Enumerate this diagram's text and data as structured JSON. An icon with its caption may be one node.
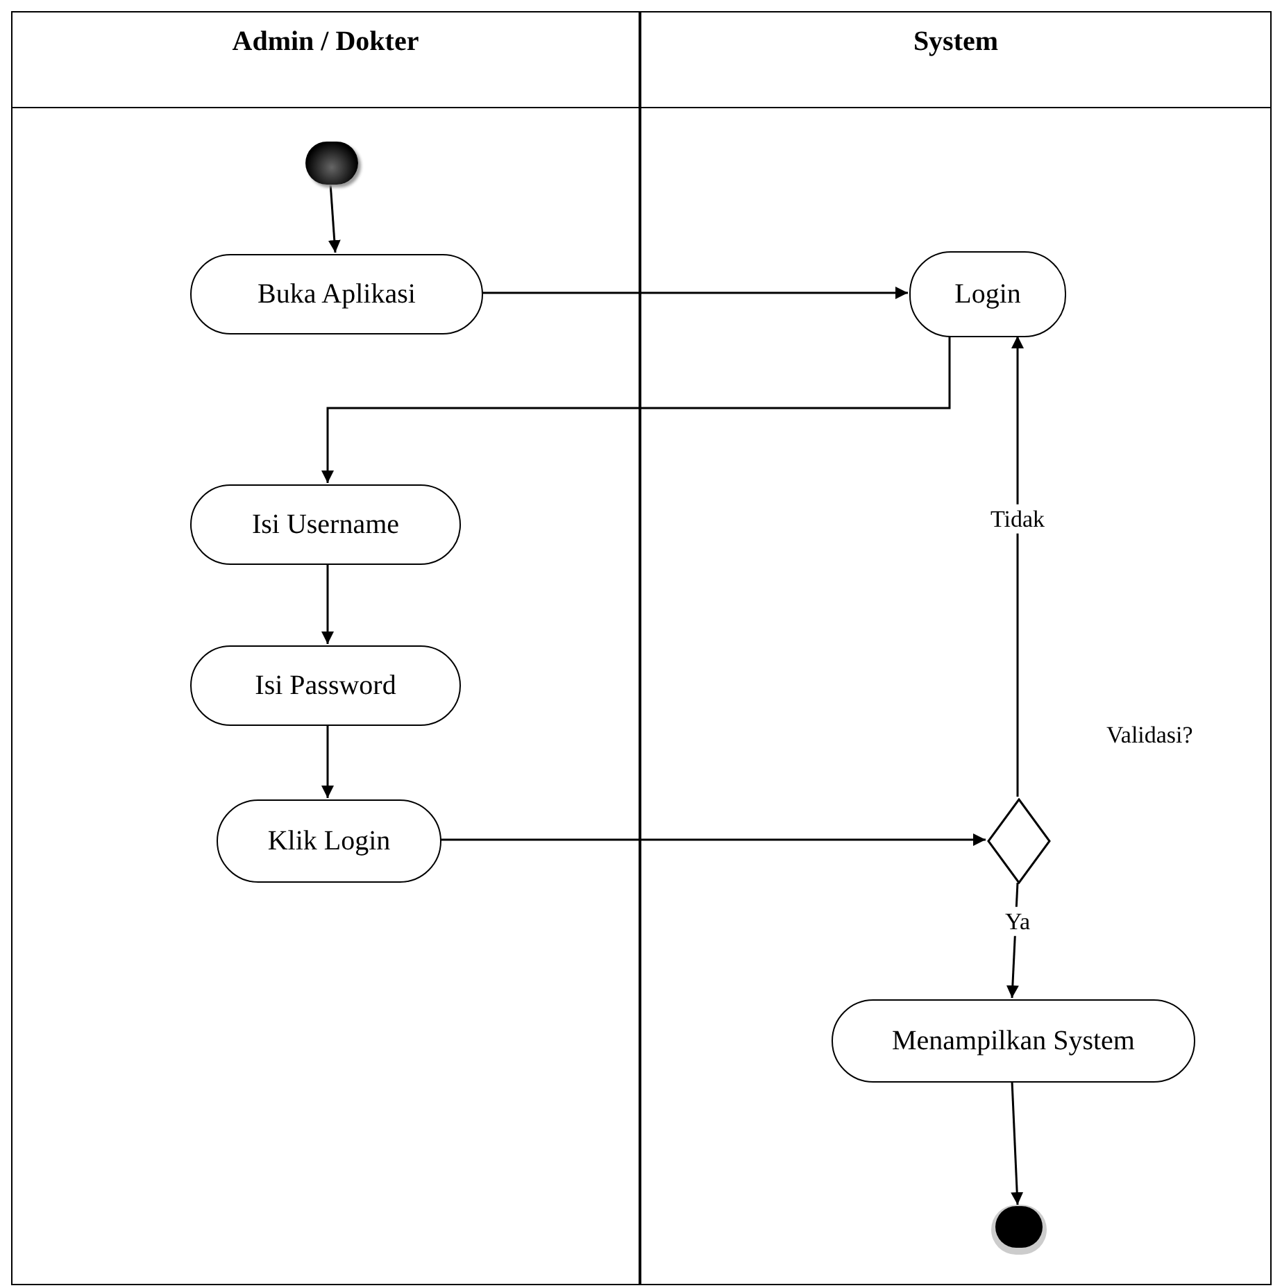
{
  "diagram": {
    "nodes": [
      {
        "text": [
          "Admin / Dokter"
        ]
      },
      {
        "text": [
          "System"
        ]
      },
      {
        "text": [],
        "shape": "circle",
        "in": 0
      },
      {
        "text": [
          "Buka Aplikasi"
        ],
        "in": 0
      },
      {
        "text": [
          "Login"
        ],
        "in": 1
      },
      {
        "text": [
          "Isi Username"
        ],
        "in": 0
      },
      {
        "text": [
          "Isi Password"
        ],
        "in": 0
      },
      {
        "text": [
          "Klik Login"
        ],
        "in": 0
      },
      {
        "text": [],
        "shape": "diamond",
        "in": 1,
        "beside": [
          "Validasi?"
        ]
      },
      {
        "text": [
          "Menampilkan System"
        ],
        "in": 1
      },
      {
        "text": [],
        "shape": "circle",
        "in": 1
      }
    ],
    "edges": [
      {
        "from": 2,
        "to": 3,
        "arrow": "to"
      },
      {
        "from": 3,
        "to": 4,
        "arrow": "to"
      },
      {
        "from": 4,
        "to": 5,
        "arrow": "to"
      },
      {
        "from": 5,
        "to": 6,
        "arrow": "to"
      },
      {
        "from": 6,
        "to": 7,
        "arrow": "to"
      },
      {
        "from": 7,
        "to": 8,
        "arrow": "to"
      },
      {
        "from": 8,
        "to": 4,
        "arrow": "to",
        "label": "Tidak"
      },
      {
        "from": 8,
        "to": 9,
        "arrow": "to",
        "label": "Ya"
      },
      {
        "from": 9,
        "to": 10,
        "arrow": "to"
      }
    ]
  }
}
